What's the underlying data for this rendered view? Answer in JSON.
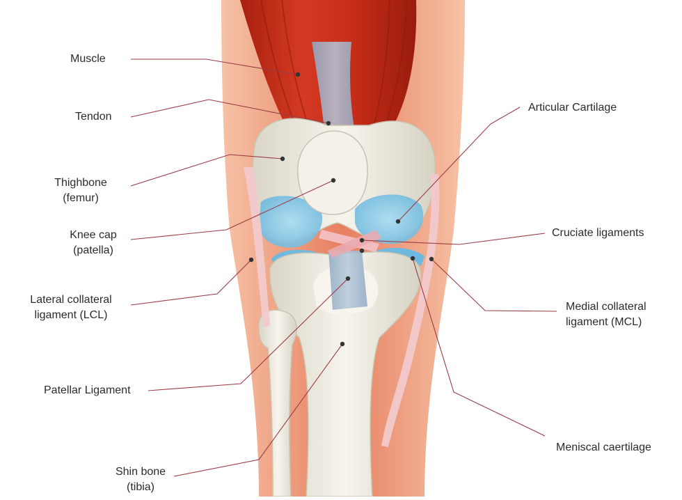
{
  "colors": {
    "leader_line": "#9a3a44",
    "dot": "#333333",
    "muscle": "#c8301f",
    "skin": "#f0a888",
    "bone": "#ece9df",
    "cartilage": "#7cc3e3",
    "ligament": "#f3c4c8"
  },
  "labels": {
    "muscle": "Muscle",
    "tendon": "Tendon",
    "thighbone_1": "Thighbone",
    "thighbone_2": "(femur)",
    "kneecap_1": "Knee cap",
    "kneecap_2": "(patella)",
    "lcl_1": "Lateral collateral",
    "lcl_2": "ligament (LCL)",
    "patellar": "Patellar Ligament",
    "shin_1": "Shin bone",
    "shin_2": "(tibia)",
    "articular": "Articular Cartilage",
    "cruciate": "Cruciate ligaments",
    "mcl_1": "Medial collateral",
    "mcl_2": "ligament (MCL)",
    "meniscal": "Meniscal caertilage"
  }
}
